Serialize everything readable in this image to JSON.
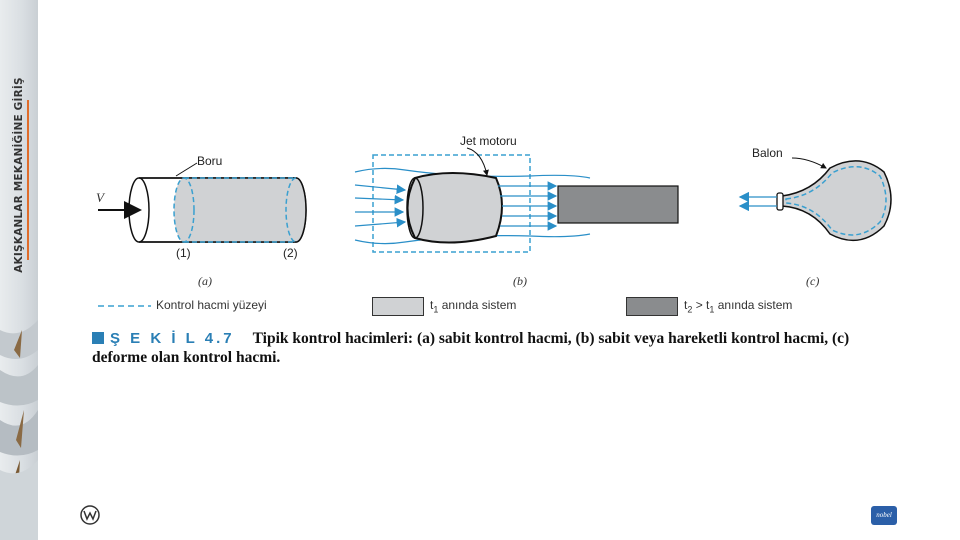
{
  "sidebar": {
    "book_title": "AKIŞKANLAR MEKANİĞİNE GİRİŞ"
  },
  "diagram_a": {
    "pipe_label": "Boru",
    "velocity_label": "V",
    "section1_label": "(1)",
    "section2_label": "(2)",
    "sub_label": "(a)"
  },
  "diagram_b": {
    "engine_label": "Jet motoru",
    "sub_label": "(b)"
  },
  "diagram_c": {
    "balloon_label": "Balon",
    "sub_label": "(c)"
  },
  "legend": {
    "control_surface": "Kontrol hacmi yüzeyi",
    "system_t1_prefix": "t",
    "system_t1_sub": "1",
    "system_t1_rest": " anında sistem",
    "system_t2_a": "t",
    "system_t2_sub2": "2",
    "system_t2_mid": " > t",
    "system_t2_sub1": "1",
    "system_t2_rest": " anında sistem"
  },
  "caption": {
    "figure_id": "Ş E K İ L  4.7",
    "line1": "Tipik kontrol hacimleri: (a) sabit kontrol hacmi, (b) sabit veya hareketli kontrol hacmi, (c)",
    "line2": "deforme olan kontrol hacmi."
  },
  "colors": {
    "accent": "#2a7fb5",
    "control_volume_dash": "#3aa0d0",
    "system_t1_fill": "#d0d2d4",
    "system_t2_fill": "#8a8c8e",
    "sidebar_rule": "#e06c2a"
  },
  "logos": {
    "left": "wiley-logo-icon",
    "right_text": "nobel"
  }
}
